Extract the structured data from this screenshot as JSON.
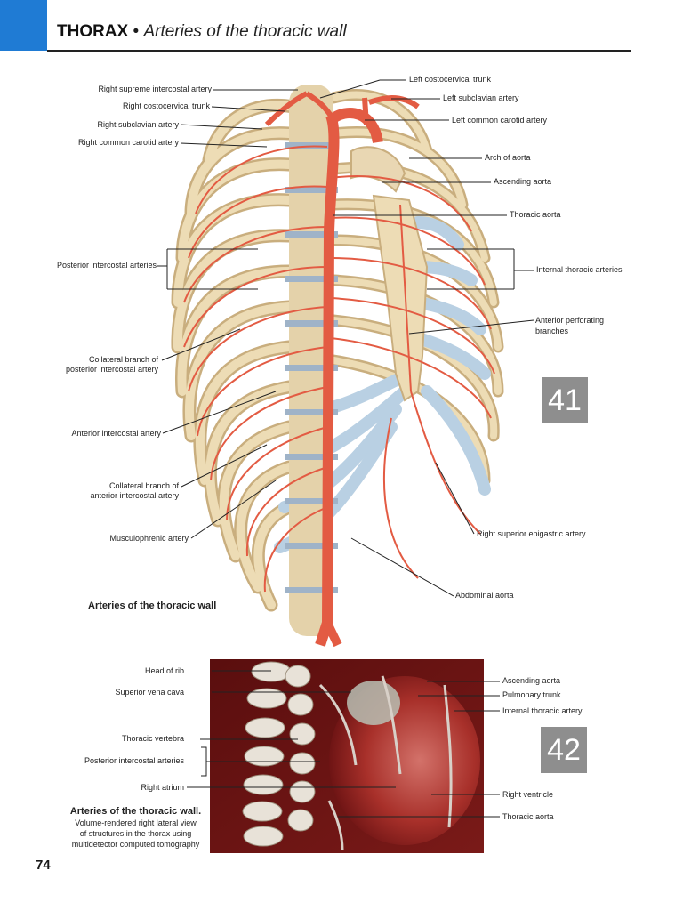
{
  "header": {
    "section": "THORAX",
    "bullet": "•",
    "subtitle": "Arteries of the thoracic wall"
  },
  "figure1": {
    "badge": "41",
    "caption": "Arteries of the thoracic wall",
    "labels_left": [
      "Right supreme intercostal artery",
      "Right costocervical trunk",
      "Right subclavian artery",
      "Right common carotid artery",
      "Posterior intercostal arteries",
      "Collateral branch of",
      "posterior intercostal artery",
      "Anterior intercostal artery",
      "Collateral branch of",
      "anterior intercostal artery",
      "Musculophrenic artery"
    ],
    "labels_right": [
      "Left costocervical trunk",
      "Left subclavian artery",
      "Left common carotid artery",
      "Arch of aorta",
      "Ascending aorta",
      "Thoracic aorta",
      "Internal thoracic arteries",
      "Anterior perforating",
      "branches",
      "Right superior epigastric artery",
      "Abdominal aorta"
    ]
  },
  "figure2": {
    "badge": "42",
    "caption_title": "Arteries of the thoracic wall.",
    "caption_lines": [
      "Volume-rendered right lateral view",
      "of structures in the thorax using",
      "multidetector computed tomography"
    ],
    "labels_left": [
      "Head of rib",
      "Superior vena cava",
      "Thoracic vertebra",
      "Posterior intercostal arteries",
      "Right atrium"
    ],
    "labels_right": [
      "Ascending aorta",
      "Pulmonary trunk",
      "Internal thoracic artery",
      "Right ventricle",
      "Thoracic aorta"
    ]
  },
  "page_number": "74",
  "colors": {
    "accent_tab": "#1f7bd4",
    "bone": "#ecdcb8",
    "cartilage": "#bcd4e6",
    "artery": "#e35b43",
    "badge": "#8e8e8e"
  }
}
